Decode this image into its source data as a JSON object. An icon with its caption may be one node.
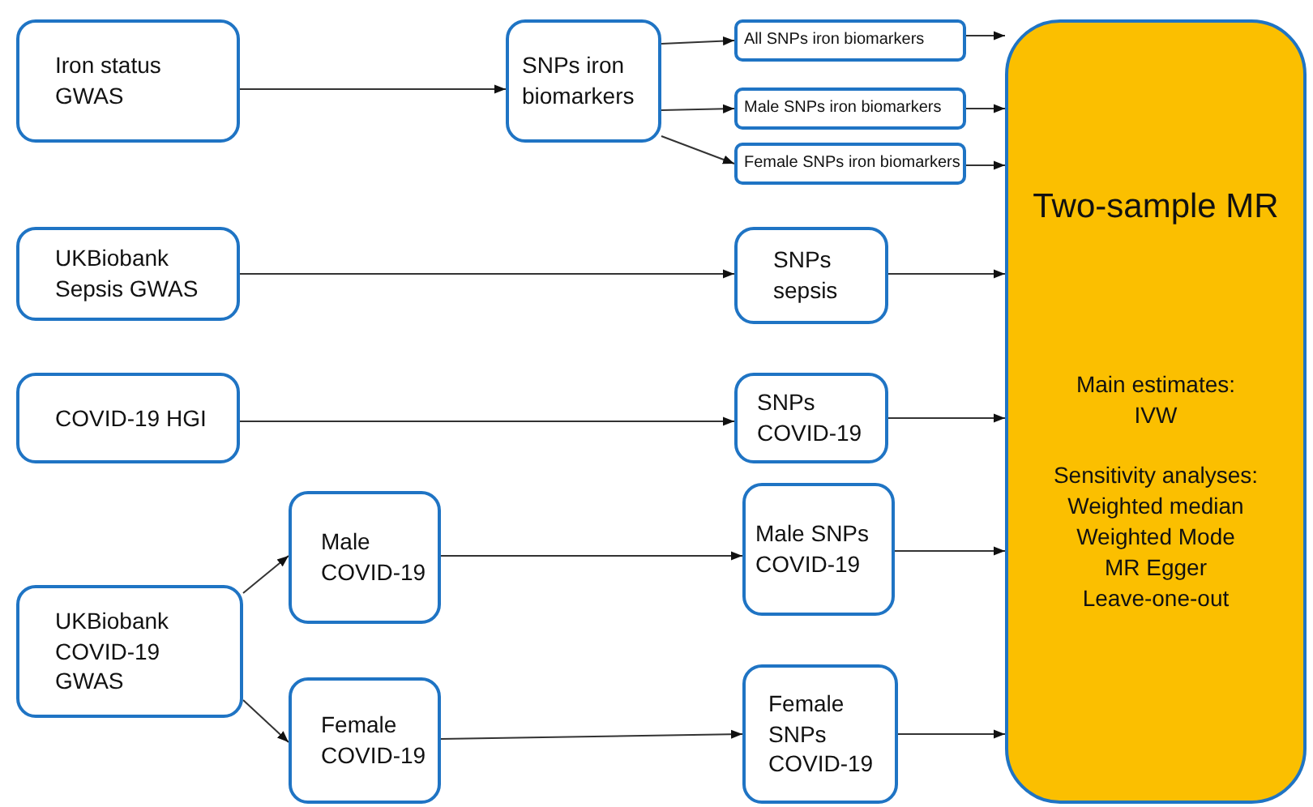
{
  "diagram": {
    "nodes": [
      {
        "text": [
          "Iron status GWAS"
        ]
      },
      {
        "text": [
          "SNPs iron biomarkers"
        ]
      },
      {
        "text": [
          "All SNPs iron biomarkers"
        ]
      },
      {
        "text": [
          "Male SNPs iron biomarkers"
        ]
      },
      {
        "text": [
          "Female SNPs iron biomarkers"
        ]
      },
      {
        "text": [
          "UKBiobank Sepsis GWAS"
        ]
      },
      {
        "text": [
          "SNPs sepsis"
        ]
      },
      {
        "text": [
          "COVID-19 HGI"
        ]
      },
      {
        "text": [
          "SNPs COVID-19"
        ]
      },
      {
        "text": [
          "UKBiobank COVID-19 GWAS"
        ]
      },
      {
        "text": [
          "Male COVID-19"
        ]
      },
      {
        "text": [
          "Female COVID-19"
        ]
      },
      {
        "text": [
          "Male SNPs COVID-19"
        ]
      },
      {
        "text": [
          "Female SNPs COVID-19"
        ]
      },
      {
        "text": [
          "Two-sample MR",
          "Main estimates:",
          "IVW",
          "Sensitivity analyses:",
          "Weighted median",
          "Weighted Mode",
          "MR Egger",
          "Leave-one-out"
        ]
      }
    ],
    "edges": [
      {
        "from": 0,
        "to": 1,
        "arrow": "to"
      },
      {
        "from": 1,
        "to": 2,
        "arrow": "to"
      },
      {
        "from": 1,
        "to": 3,
        "arrow": "to"
      },
      {
        "from": 1,
        "to": 4,
        "arrow": "to"
      },
      {
        "from": 2,
        "to": 14,
        "arrow": "to"
      },
      {
        "from": 3,
        "to": 14,
        "arrow": "to"
      },
      {
        "from": 4,
        "to": 14,
        "arrow": "to"
      },
      {
        "from": 5,
        "to": 6,
        "arrow": "to"
      },
      {
        "from": 6,
        "to": 14,
        "arrow": "to"
      },
      {
        "from": 7,
        "to": 8,
        "arrow": "to"
      },
      {
        "from": 8,
        "to": 14,
        "arrow": "to"
      },
      {
        "from": 9,
        "to": 10,
        "arrow": "to"
      },
      {
        "from": 9,
        "to": 11,
        "arrow": "to"
      },
      {
        "from": 10,
        "to": 12,
        "arrow": "to"
      },
      {
        "from": 11,
        "to": 13,
        "arrow": "to"
      },
      {
        "from": 12,
        "to": 14,
        "arrow": "to"
      },
      {
        "from": 13,
        "to": 14,
        "arrow": "to"
      }
    ]
  }
}
